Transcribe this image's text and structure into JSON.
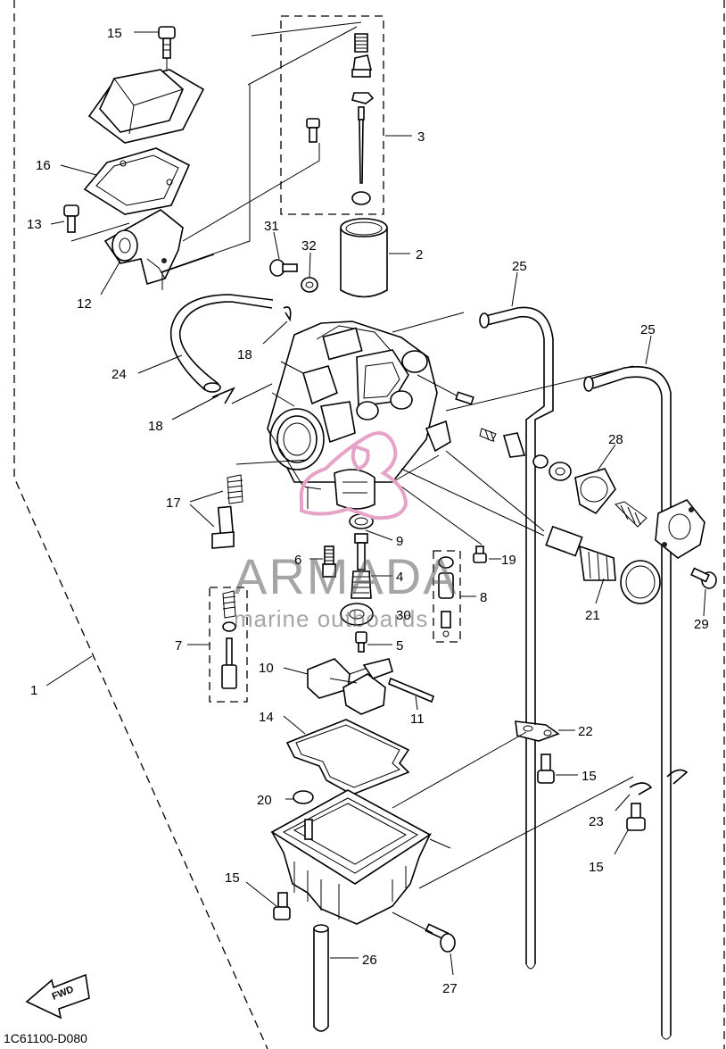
{
  "drawing_code": "1C61100-D080",
  "watermark": {
    "brand": "ARMADA",
    "tagline": "marine outboards",
    "logo_color": "#e7a3c7"
  },
  "fwd_label": "FWD",
  "callouts": [
    {
      "id": "c15a",
      "label": "15"
    },
    {
      "id": "c16",
      "label": "16"
    },
    {
      "id": "c13",
      "label": "13"
    },
    {
      "id": "c12",
      "label": "12"
    },
    {
      "id": "c3",
      "label": "3"
    },
    {
      "id": "c2",
      "label": "2"
    },
    {
      "id": "c31",
      "label": "31"
    },
    {
      "id": "c32",
      "label": "32"
    },
    {
      "id": "c25a",
      "label": "25"
    },
    {
      "id": "c25b",
      "label": "25"
    },
    {
      "id": "c24",
      "label": "24"
    },
    {
      "id": "c18a",
      "label": "18"
    },
    {
      "id": "c18b",
      "label": "18"
    },
    {
      "id": "c28",
      "label": "28"
    },
    {
      "id": "c17",
      "label": "17"
    },
    {
      "id": "c9",
      "label": "9"
    },
    {
      "id": "c19",
      "label": "19"
    },
    {
      "id": "c6",
      "label": "6"
    },
    {
      "id": "c4",
      "label": "4"
    },
    {
      "id": "c8",
      "label": "8"
    },
    {
      "id": "c30",
      "label": "30"
    },
    {
      "id": "c7",
      "label": "7"
    },
    {
      "id": "c5",
      "label": "5"
    },
    {
      "id": "c21",
      "label": "21"
    },
    {
      "id": "c29",
      "label": "29"
    },
    {
      "id": "c10",
      "label": "10"
    },
    {
      "id": "c11",
      "label": "11"
    },
    {
      "id": "c1",
      "label": "1"
    },
    {
      "id": "c14",
      "label": "14"
    },
    {
      "id": "c22",
      "label": "22"
    },
    {
      "id": "c15b",
      "label": "15"
    },
    {
      "id": "c20",
      "label": "20"
    },
    {
      "id": "c23",
      "label": "23"
    },
    {
      "id": "c15c",
      "label": "15"
    },
    {
      "id": "c15d",
      "label": "15"
    },
    {
      "id": "c26",
      "label": "26"
    },
    {
      "id": "c27",
      "label": "27"
    }
  ]
}
